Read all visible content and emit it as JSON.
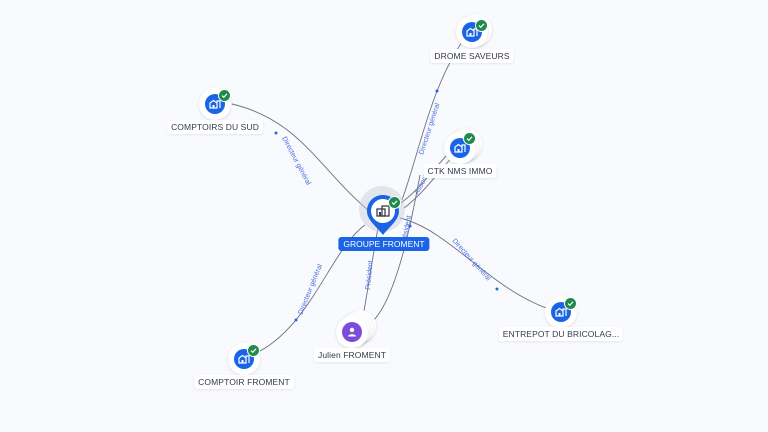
{
  "center": {
    "name": "GROUPE FROMENT",
    "type": "company",
    "icon": "building-icon",
    "verified": true
  },
  "nodes": [
    {
      "id": "drome",
      "name": "DROME SAVEURS",
      "type": "company",
      "icon": "building-icon",
      "verified": true
    },
    {
      "id": "comptoirs-sud",
      "name": "COMPTOIRS DU SUD",
      "type": "company",
      "icon": "building-icon",
      "verified": true
    },
    {
      "id": "ctk",
      "name": "CTK NMS IMMO",
      "type": "company",
      "icon": "building-icon",
      "verified": true
    },
    {
      "id": "entrepot",
      "name": "ENTREPOT DU BRICOLAG...",
      "type": "company",
      "icon": "building-icon",
      "verified": true
    },
    {
      "id": "julien",
      "name": "Julien FROMENT",
      "type": "person",
      "icon": "person-icon",
      "verified": false
    },
    {
      "id": "comptoir-froment",
      "name": "COMPTOIR FROMENT",
      "type": "company",
      "icon": "building-icon",
      "verified": true
    }
  ],
  "edges": [
    {
      "from": "center",
      "to": "drome",
      "label": "Directeur général"
    },
    {
      "from": "center",
      "to": "comptoirs-sud",
      "label": "Directeur général"
    },
    {
      "from": "center",
      "to": "ctk",
      "label": "Associé"
    },
    {
      "from": "center",
      "to": "entrepot",
      "label": "Directeur général"
    },
    {
      "from": "julien",
      "to": "center",
      "label": "Président"
    },
    {
      "from": "julien",
      "to": "center",
      "label": "Président"
    },
    {
      "from": "center",
      "to": "comptoir-froment",
      "label": "Directeur général"
    }
  ],
  "colors": {
    "company": "#1a64e6",
    "person": "#7c4ddb",
    "verified": "#1f8a4c",
    "edge_label": "#4a6ee0",
    "background": "#f8fafd"
  }
}
